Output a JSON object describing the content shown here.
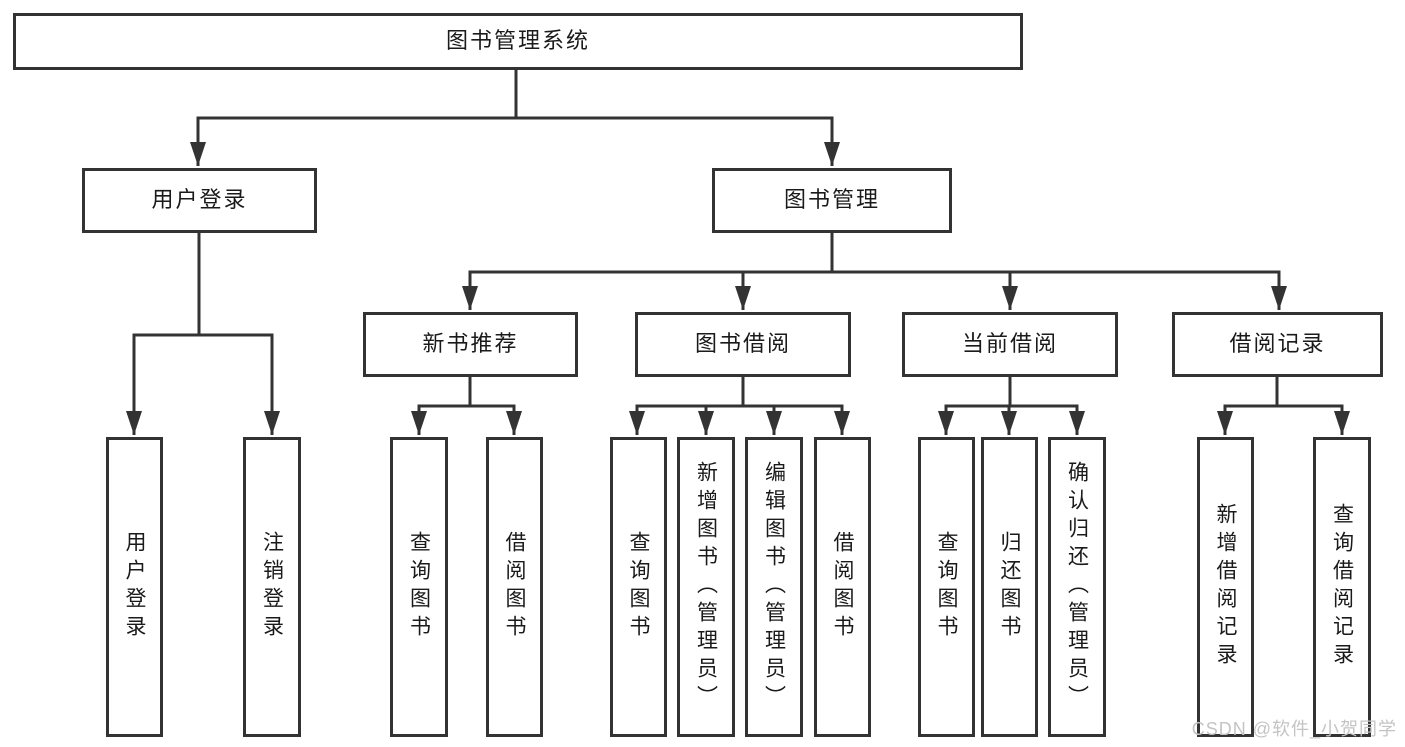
{
  "diagram": {
    "root": {
      "label": "图书管理系统"
    },
    "level2": [
      {
        "label": "用户登录"
      },
      {
        "label": "图书管理"
      }
    ],
    "level3": [
      {
        "label": "新书推荐"
      },
      {
        "label": "图书借阅"
      },
      {
        "label": "当前借阅"
      },
      {
        "label": "借阅记录"
      }
    ],
    "leaves": {
      "user_login": [
        "用户登录",
        "注销登录"
      ],
      "new_book": [
        "查询图书",
        "借阅图书"
      ],
      "book_borrow": [
        "查询图书",
        "新增图书（管理员）",
        "编辑图书（管理员）",
        "借阅图书"
      ],
      "current_borrow": [
        "查询图书",
        "归还图书",
        "确认归还（管理员）"
      ],
      "borrow_record": [
        "新增借阅记录",
        "查询借阅记录"
      ]
    }
  },
  "watermark": {
    "text": "CSDN @软件_小贺同学"
  },
  "colors": {
    "line": "#333333",
    "box_border": "#333333",
    "text": "#1a1a1a",
    "watermark": "#c4c4c4",
    "background": "#ffffff"
  }
}
